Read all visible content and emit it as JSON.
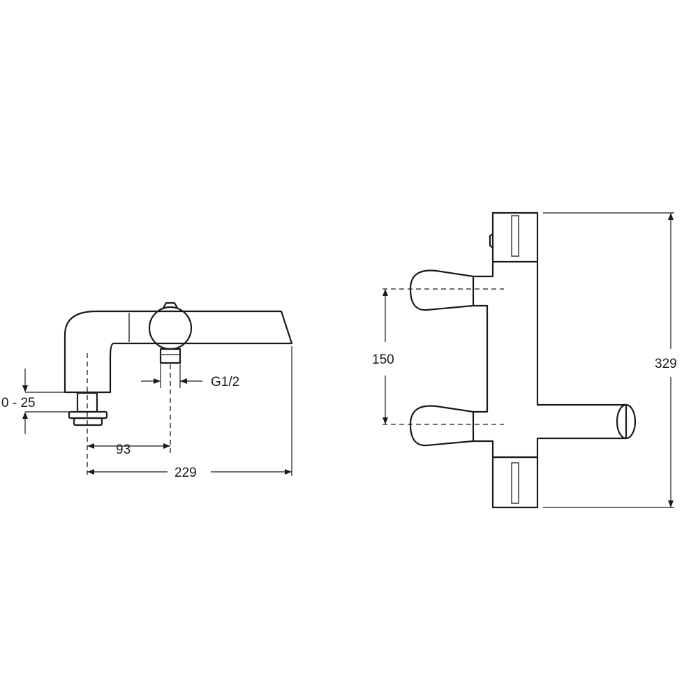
{
  "side_view": {
    "height_range": "0 - 25",
    "connection_thread": "G1/2",
    "inlet_offset": "93",
    "total_length": "229"
  },
  "front_view": {
    "handle_spacing": "150",
    "total_height": "329"
  }
}
